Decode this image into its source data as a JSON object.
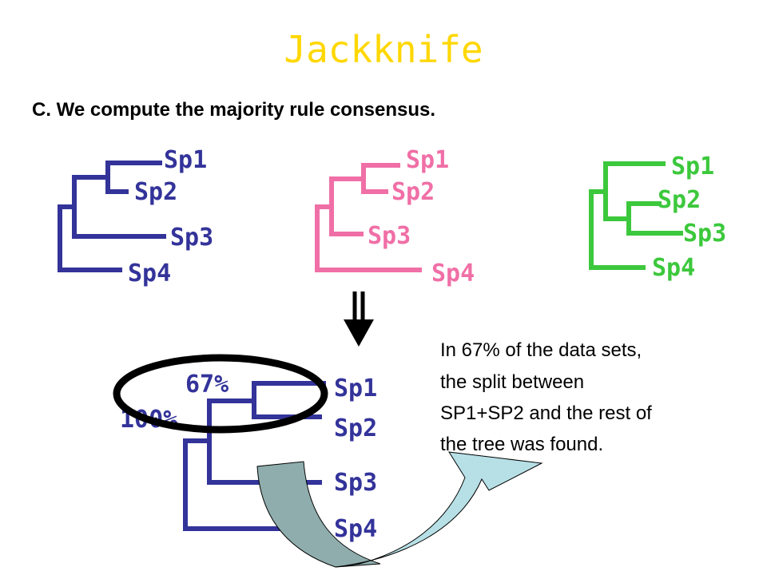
{
  "title": "Jackknife",
  "subtitle": "C. We compute the majority rule consensus.",
  "colors": {
    "title": "#ffd700",
    "tree_blue": "#33339a",
    "tree_pink": "#f06fa6",
    "tree_green": "#3cc83c",
    "arrow_black": "#000000",
    "circle": "#000000",
    "curved_arrow_left": "#8fadad",
    "curved_arrow_right": "#b6e0e6"
  },
  "tree1": {
    "labels": [
      "Sp1",
      "Sp2",
      "Sp3",
      "Sp4"
    ]
  },
  "tree2": {
    "labels": [
      "Sp1",
      "Sp2",
      "Sp3",
      "Sp4"
    ]
  },
  "tree3": {
    "labels": [
      "Sp1",
      "Sp2",
      "Sp3",
      "Sp4"
    ]
  },
  "consensus": {
    "labels": [
      "Sp1",
      "Sp2",
      "Sp3",
      "Sp4"
    ],
    "support_inner": "67%",
    "support_outer": "100%"
  },
  "note_lines": [
    "In 67% of the data sets,",
    "the split between",
    "SP1+SP2 and the rest of",
    "the tree was found."
  ],
  "icons": [
    "down-double-arrow-icon",
    "ellipse-highlight-icon",
    "curved-arrow-icon"
  ]
}
